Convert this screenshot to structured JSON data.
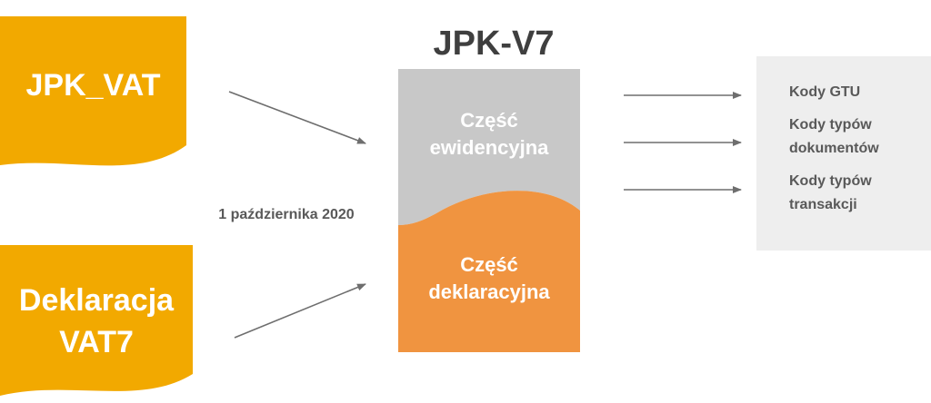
{
  "sources": {
    "jpk_vat": {
      "label": "JPK_VAT"
    },
    "vat7": {
      "label_line1": "Deklaracja",
      "label_line2": "VAT7"
    }
  },
  "date": "1 października 2020",
  "jpk_v7": {
    "title": "JPK-V7",
    "evidence_part": {
      "line1": "Część",
      "line2": "ewidencyjna"
    },
    "declaration_part": {
      "line1": "Część",
      "line2": "deklaracyjna"
    }
  },
  "codes": [
    {
      "line1": "Kody GTU",
      "line2": ""
    },
    {
      "line1": "Kody typów",
      "line2": "dokumentów"
    },
    {
      "line1": "Kody typów",
      "line2": "transakcji"
    }
  ],
  "colors": {
    "source_fill": "#F2A900",
    "evidence_fill": "#C8C8C8",
    "declaration_fill": "#F09440",
    "codes_panel_fill": "#EEEEEE",
    "arrow": "#6E6E6E"
  }
}
